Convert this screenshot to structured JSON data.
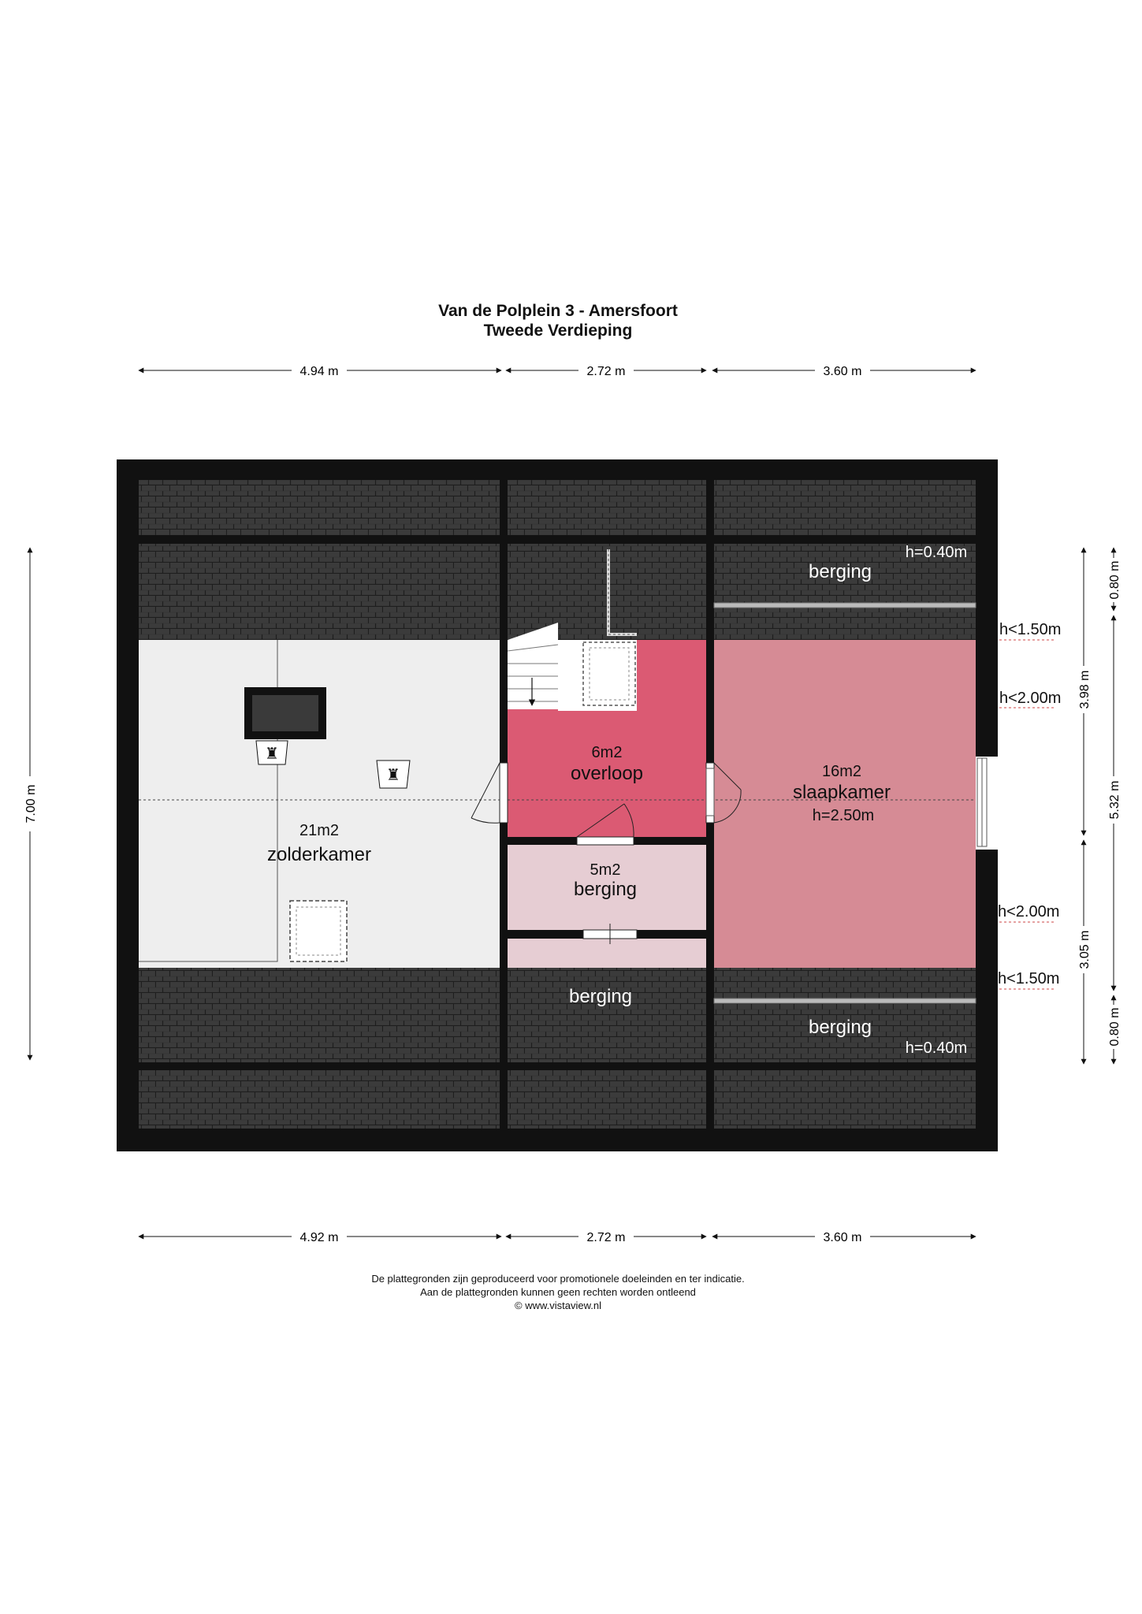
{
  "header": {
    "title": "Van de Polplein 3 - Amersfoort",
    "subtitle": "Tweede Verdieping"
  },
  "dimensions": {
    "top": [
      "4.94 m",
      "2.72 m",
      "3.60 m"
    ],
    "bottom": [
      "4.92 m",
      "2.72 m",
      "3.60 m"
    ],
    "left": "7.00 m",
    "right_inner": [
      "3.98 m",
      "3.05 m"
    ],
    "right_outer": [
      "0.80 m",
      "5.32 m",
      "0.80 m"
    ]
  },
  "rooms": {
    "zolderkamer": {
      "area": "21m2",
      "name": "zolderkamer"
    },
    "overloop": {
      "area": "6m2",
      "name": "overloop"
    },
    "berging_small": {
      "area": "5m2",
      "name": "berging"
    },
    "slaapkamer": {
      "area": "16m2",
      "name": "slaapkamer",
      "height": "h=2.50m"
    },
    "berging_top_right": {
      "name": "berging",
      "height": "h=0.40m"
    },
    "berging_bottom_middle": {
      "name": "berging"
    },
    "berging_bottom_right": {
      "name": "berging",
      "height": "h=0.40m"
    }
  },
  "height_markers": {
    "top_150": "h<1.50m",
    "top_200": "h<2.00m",
    "bottom_200": "h<2.00m",
    "bottom_150": "h<1.50m"
  },
  "disclaimer": {
    "line1": "De plattegronden zijn geproduceerd voor promotionele doeleinden en ter indicatie.",
    "line2": "Aan de plattegronden kunnen geen rechten worden ontleend",
    "line3": "© www.vistaview.nl"
  },
  "colors": {
    "wall": "#111111",
    "roof": "#3a3a3a",
    "zolderkamer": "#eeeeee",
    "overloop": "#db5a73",
    "slaapkamer": "#d68b95",
    "berging_small": "#e6cdd3"
  },
  "icons": [
    "smoke-detector-icon",
    "tv-icon",
    "stairs-icon",
    "skylight-icon",
    "door-icon"
  ]
}
